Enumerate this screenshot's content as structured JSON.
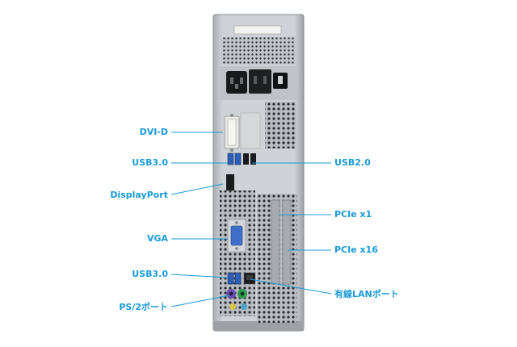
{
  "labels": {
    "dvi_d": "DVI-D",
    "usb30_top": "USB3.0",
    "displayport": "DisplayPort",
    "vga": "VGA",
    "usb30_bottom": "USB3.0",
    "ps2": "PS/2ポート",
    "usb20": "USB2.0",
    "pcie_x1": "PCIe x1",
    "pcie_x16": "PCIe x16",
    "lan": "有線LANポート"
  },
  "colors": {
    "label": "#1a9ad8",
    "leader": "#1a9ad8",
    "chassis": "#c4c7cb",
    "usb3_blue": "#2d5fb7",
    "vga_blue": "#3f6fc9",
    "ps2_mouse": "#2f9a52",
    "ps2_keyboard": "#6e4fb0"
  }
}
